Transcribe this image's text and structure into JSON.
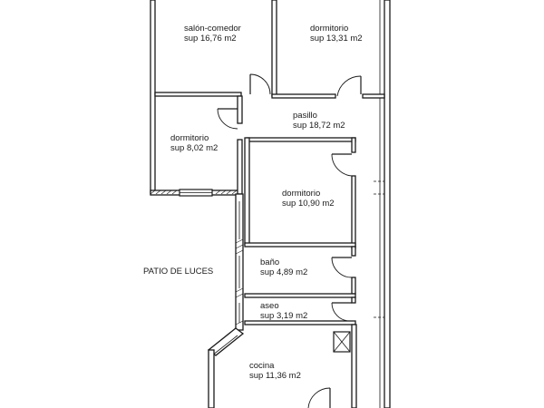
{
  "rooms": [
    {
      "name": "salón-comedor",
      "area": "sup 16,76 m2"
    },
    {
      "name": "dormitorio",
      "area": "sup 13,31 m2"
    },
    {
      "name": "pasillo",
      "area": "sup 18,72 m2"
    },
    {
      "name": "dormitorio",
      "area": "sup 8,02 m2"
    },
    {
      "name": "dormitorio",
      "area": "sup 10,90 m2"
    },
    {
      "name": "baño",
      "area": "sup 4,89 m2"
    },
    {
      "name": "aseo",
      "area": "sup 3,19 m2"
    },
    {
      "name": "cocina",
      "area": "sup 11,36 m2"
    }
  ],
  "patio": "PATIO DE LUCES"
}
